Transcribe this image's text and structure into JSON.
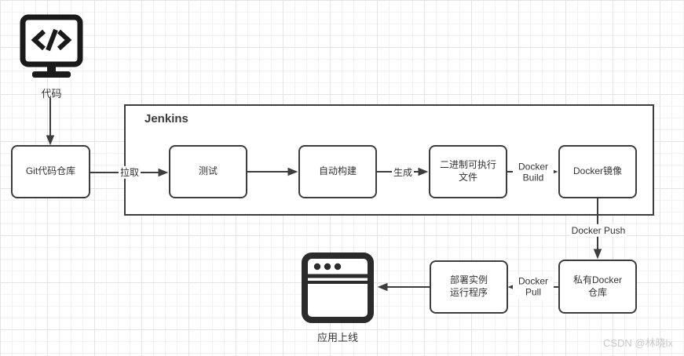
{
  "diagram": {
    "container": {
      "label": "Jenkins"
    },
    "nodes": {
      "code_icon": {
        "label": "代码"
      },
      "git_repo": {
        "label": "Git代码仓库"
      },
      "test": {
        "label": "测试"
      },
      "auto_build": {
        "label": "自动构建"
      },
      "binary_file": {
        "label": "二进制可执行文件"
      },
      "docker_image": {
        "label": "Docker镜像"
      },
      "private_registry": {
        "label": "私有Docker仓库"
      },
      "deploy_instance": {
        "label": "部署实例运行程序"
      },
      "app_online": {
        "label": "应用上线"
      }
    },
    "edges": {
      "pull": {
        "label": "拉取"
      },
      "generate": {
        "label": "生成"
      },
      "docker_build": {
        "label": "Docker Build"
      },
      "docker_push": {
        "label": "Docker Push"
      },
      "docker_pull": {
        "label": "Docker Pull"
      }
    },
    "colors": {
      "stroke": "#3d3d3d",
      "text": "#333333",
      "fill": "#ffffff",
      "grid_minor": "#f2f2f2",
      "grid_major": "#e4e4e4",
      "watermark": "#c8c8c8"
    }
  },
  "watermark": {
    "text": "CSDN @林晓lx"
  }
}
